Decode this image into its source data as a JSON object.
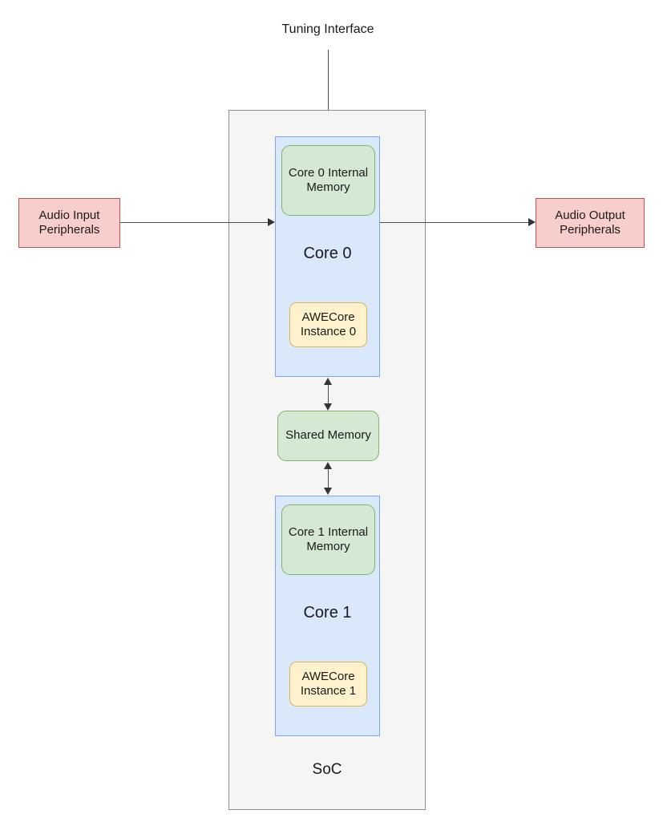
{
  "diagram": {
    "title_label": "Tuning Interface",
    "soc": {
      "label": "SoC"
    },
    "cores": [
      {
        "title": "Core 0",
        "internal_memory": "Core 0 Internal Memory",
        "awecore_instance": "AWECore Instance 0"
      },
      {
        "title": "Core 1",
        "internal_memory": "Core 1 Internal Memory",
        "awecore_instance": "AWECore Instance 1"
      }
    ],
    "shared_memory": {
      "label": "Shared Memory"
    },
    "peripherals": {
      "input": "Audio Input Peripherals",
      "output": "Audio Output Peripherals"
    },
    "colors": {
      "core_fill": "#dae8fc",
      "core_stroke": "#7ea6e0",
      "memory_fill": "#d5e8d4",
      "memory_stroke": "#82b366",
      "awecore_fill": "#fff2cc",
      "awecore_stroke": "#d6b656",
      "peripheral_fill": "#f8cecc",
      "peripheral_stroke": "#b85450",
      "soc_fill": "#f5f5f5",
      "soc_stroke": "#8c8c8c",
      "edge_stroke": "#4d4d4d"
    }
  }
}
